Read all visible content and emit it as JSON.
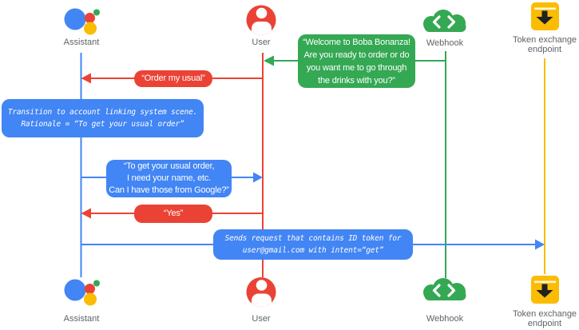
{
  "colors": {
    "assistant_blue": "#4285F4",
    "user_red": "#EA4335",
    "webhook_green": "#34A853",
    "token_yellow": "#FBBC04",
    "label_gray": "#5F6368"
  },
  "actors": {
    "assistant": {
      "label": "Assistant"
    },
    "user": {
      "label": "User"
    },
    "webhook": {
      "label": "Webhook"
    },
    "token_endpoint": {
      "label": "Token exchange\nendpoint"
    }
  },
  "messages": {
    "welcome": {
      "text": "“Welcome to Boba Bonanza!\nAre you ready to order or do\nyou want me to go through\nthe drinks with you?”"
    },
    "order_usual": {
      "text": "“Order my usual”"
    },
    "transition_note": {
      "text": "Transition to account linking system scene.\nRationale = “To get your usual order”"
    },
    "ask_google": {
      "text": "“To get your usual order,\nI need your name, etc.\nCan I have those from Google?”"
    },
    "yes": {
      "text": "“Yes”"
    },
    "send_request": {
      "text": "Sends request that contains ID token for\nuser@gmail.com with intent=“get”"
    }
  }
}
